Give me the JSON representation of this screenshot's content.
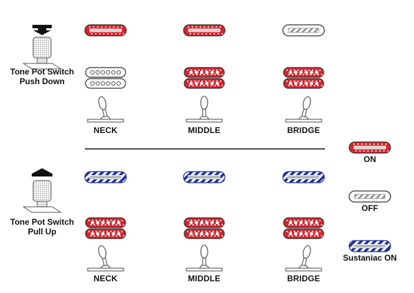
{
  "colors": {
    "on_fill": "#d9232b",
    "on_dots": "#e9e9e9",
    "off_fill": "#ffffff",
    "outline": "#333333",
    "sustaniac_blue": "#1c2f9c",
    "sustaniac_inner": "#b9b9b9",
    "arrow": "#111111",
    "divider": "#111111"
  },
  "sections": [
    {
      "tone_label_line1": "Tone Pot Switch",
      "tone_label_line2": "Push Down",
      "arrow": "down-arrow",
      "single_coils": [
        "on",
        "on",
        "off"
      ],
      "humbuckers": [
        "off",
        "on",
        "on"
      ],
      "positions": [
        "NECK",
        "MIDDLE",
        "BRIDGE"
      ]
    },
    {
      "tone_label_line1": "Tone Pot Switch",
      "tone_label_line2": "Pull Up",
      "arrow": "up-arrow",
      "single_coils": [
        "sustaniac",
        "sustaniac",
        "sustaniac"
      ],
      "humbuckers": [
        "on",
        "on",
        "on"
      ],
      "positions": [
        "NECK",
        "MIDDLE",
        "BRIDGE"
      ]
    }
  ],
  "legend": [
    {
      "state": "on",
      "label": "ON"
    },
    {
      "state": "off",
      "label": "OFF"
    },
    {
      "state": "sustaniac",
      "label": "Sustaniac ON"
    }
  ]
}
